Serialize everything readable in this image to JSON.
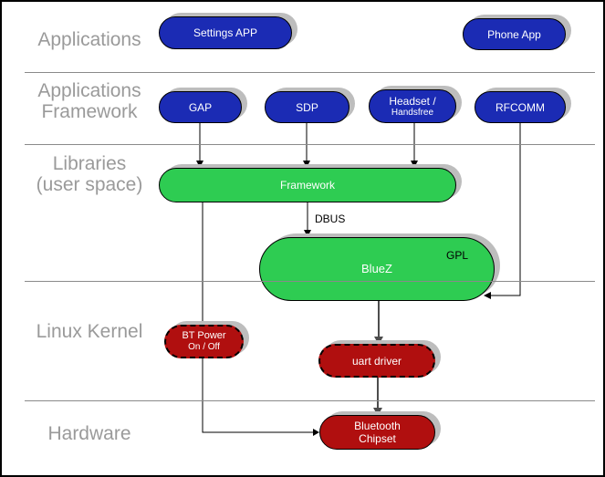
{
  "colors": {
    "app_blue": "#1b2bb4",
    "lib_green": "#2ecc52",
    "kernel_red": "#b00f0f",
    "label_gray": "#9a9a9a",
    "shadow_gray": "#bdbdbd",
    "divider_gray": "#8a8a8a"
  },
  "layers": {
    "applications": {
      "label": "Applications"
    },
    "applications_framework": {
      "line1": "Applications",
      "line2": "Framework"
    },
    "libraries": {
      "line1": "Libraries",
      "line2": "(user space)"
    },
    "linux_kernel": {
      "label": "Linux Kernel"
    },
    "hardware": {
      "label": "Hardware"
    }
  },
  "nodes": {
    "settings_app": {
      "label": "Settings APP"
    },
    "phone_app": {
      "label": "Phone App"
    },
    "gap": {
      "label": "GAP"
    },
    "sdp": {
      "label": "SDP"
    },
    "headset": {
      "line1": "Headset /",
      "line2": "Handsfree"
    },
    "rfcomm": {
      "label": "RFCOMM"
    },
    "framework": {
      "label": "Framework"
    },
    "bluez": {
      "label": "BlueZ",
      "badge": "GPL"
    },
    "bt_power": {
      "line1": "BT Power",
      "line2": "On / Off"
    },
    "uart_driver": {
      "label": "uart driver"
    },
    "bluetooth_chipset": {
      "line1": "Bluetooth",
      "line2": "Chipset"
    }
  },
  "connectors": {
    "dbus_label": "DBUS"
  }
}
